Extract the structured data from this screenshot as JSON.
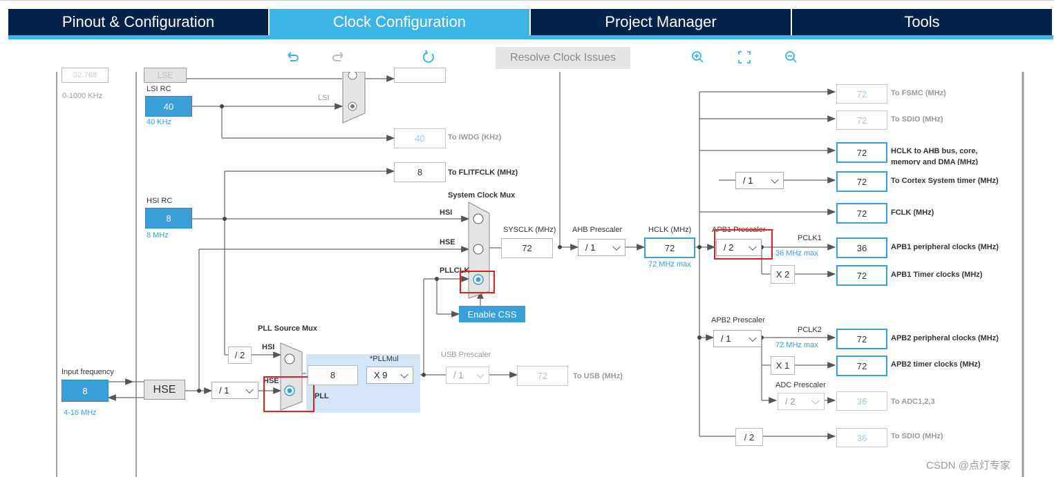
{
  "tabs": [
    "Pinout & Configuration",
    "Clock Configuration",
    "Project Manager",
    "Tools"
  ],
  "toolbar": {
    "undo_icon": "undo-icon",
    "redo_icon": "redo-icon",
    "reset_icon": "refresh-icon",
    "resolve_label": "Resolve Clock Issues",
    "zoom_in_icon": "zoom-in-icon",
    "fit_icon": "fit-screen-icon",
    "zoom_out_icon": "zoom-out-icon"
  },
  "lse": {
    "value": "32.768",
    "range": "0-1000 KHz",
    "label": "LSE"
  },
  "lsi": {
    "label": "LSI RC",
    "value": "40",
    "unit": "40 KHz",
    "mux_label": "LSI"
  },
  "iwdg": {
    "value": "40",
    "label": "To IWDG (KHz)"
  },
  "flitf": {
    "value": "8",
    "label": "To FLITFCLK (MHz)"
  },
  "hsi": {
    "label": "HSI RC",
    "value": "8",
    "unit": "8 MHz"
  },
  "sysmux": {
    "title": "System Clock Mux",
    "hsi": "HSI",
    "hse": "HSE",
    "pll": "PLLCLK"
  },
  "sysclk": {
    "label": "SYSCLK (MHz)",
    "value": "72"
  },
  "ahb": {
    "label": "AHB Prescaler",
    "value": "/ 1"
  },
  "hclk": {
    "label": "HCLK (MHz)",
    "value": "72",
    "max": "72 MHz max"
  },
  "enable_css": "Enable CSS",
  "pllsrc": {
    "title": "PLL Source Mux",
    "hsi": "HSI",
    "hse": "HSE",
    "div2": "/ 2"
  },
  "pll": {
    "input": "8",
    "mul_label": "*PLLMul",
    "mul": "X 9",
    "label": "PLL"
  },
  "usb": {
    "label": "USB Prescaler",
    "value": "/ 1",
    "out": "72",
    "out_label": "To USB (MHz)"
  },
  "input": {
    "label": "Input frequency",
    "value": "8",
    "range": "4-16 MHz",
    "hse": "HSE",
    "div": "/ 1"
  },
  "outputs": {
    "fsmc": {
      "value": "72",
      "label": "To FSMC (MHz)"
    },
    "sdio1": {
      "value": "72",
      "label": "To SDIO (MHz)"
    },
    "ahb_bus": {
      "value": "72",
      "label": "HCLK to AHB bus, core, memory and DMA (MHz)"
    },
    "cortex_div": "/ 1",
    "cortex": {
      "value": "72",
      "label": "To Cortex System timer (MHz)"
    },
    "fclk": {
      "value": "72",
      "label": "FCLK (MHz)"
    }
  },
  "apb1": {
    "label": "APB1 Prescaler",
    "value": "/ 2",
    "pclk": "PCLK1",
    "max": "36 MHz max",
    "periph": "36",
    "periph_label": "APB1 peripheral clocks (MHz)",
    "tim_mul": "X 2",
    "timer": "72",
    "timer_label": "APB1 Timer clocks (MHz)"
  },
  "apb2": {
    "label": "APB2 Prescaler",
    "value": "/ 1",
    "pclk": "PCLK2",
    "max": "72 MHz max",
    "periph": "72",
    "periph_label": "APB2 peripheral clocks (MHz)",
    "tim_mul": "X 1",
    "timer": "72",
    "timer_label": "APB2 timer clocks (MHz)"
  },
  "adc": {
    "label": "ADC Prescaler",
    "value": "/ 2",
    "out": "36",
    "out_label": "To ADC1,2,3"
  },
  "sdio2": {
    "div": "/ 2",
    "value": "36",
    "label": "To SDIO (MHz)"
  },
  "watermark": "CSDN @点灯专家",
  "colors": {
    "nav": "#03234b",
    "accent": "#3cb4e6",
    "box_blue": "#3a9ed8",
    "highlight": "#e02020"
  }
}
